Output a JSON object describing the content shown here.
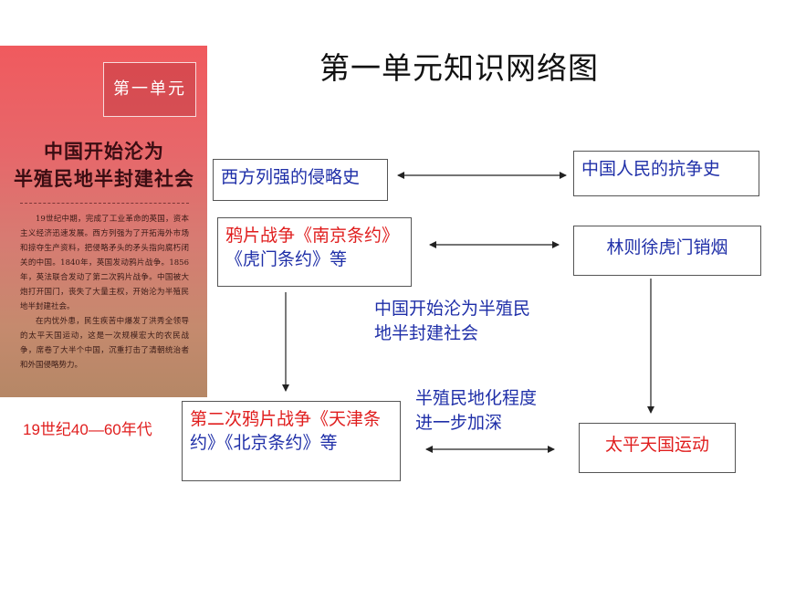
{
  "title": "第一单元知识网络图",
  "cover": {
    "unit_tag": "第一单元",
    "title_line1": "中国开始沦为",
    "title_line2": "半殖民地半封建社会",
    "paragraph1": "19世纪中期，完成了工业革命的英国，资本主义经济迅速发展。西方列强为了开拓海外市场和掠夺生产资料，把侵略矛头的矛头指向腐朽闭关的中国。1840年，英国发动鸦片战争。1856年，英法联合发动了第二次鸦片战争。中国被大炮打开国门，丧失了大量主权，开始沦为半殖民地半封建社会。",
    "paragraph2": "在内忧外患，民生疾苦中爆发了洪秀全领导的太平天国运动，这是一次规模宏大的农民战争，席卷了大半个中国，沉重打击了清朝统治者和外国侵略势力。"
  },
  "era_label": "19世纪40—60年代",
  "boxes": {
    "west_history": "西方列强的侵略史",
    "china_history": "中国人民的抗争史",
    "opium_war_line1": "鸦片战争《南京条约》",
    "opium_war_line2": "《虎门条约》等",
    "lin_zexu": "林则徐虎门销烟",
    "second_war_line1": "第二次鸦片战争《天津条",
    "second_war_line2": "约》《北京条约》等",
    "taiping": "太平天国运动"
  },
  "notes": {
    "semi_colonial_line1": "中国开始沦为半殖民",
    "semi_colonial_line2": "地半封建社会",
    "deepen_line1": "半殖民地化程度",
    "deepen_line2": "进一步加深"
  }
}
